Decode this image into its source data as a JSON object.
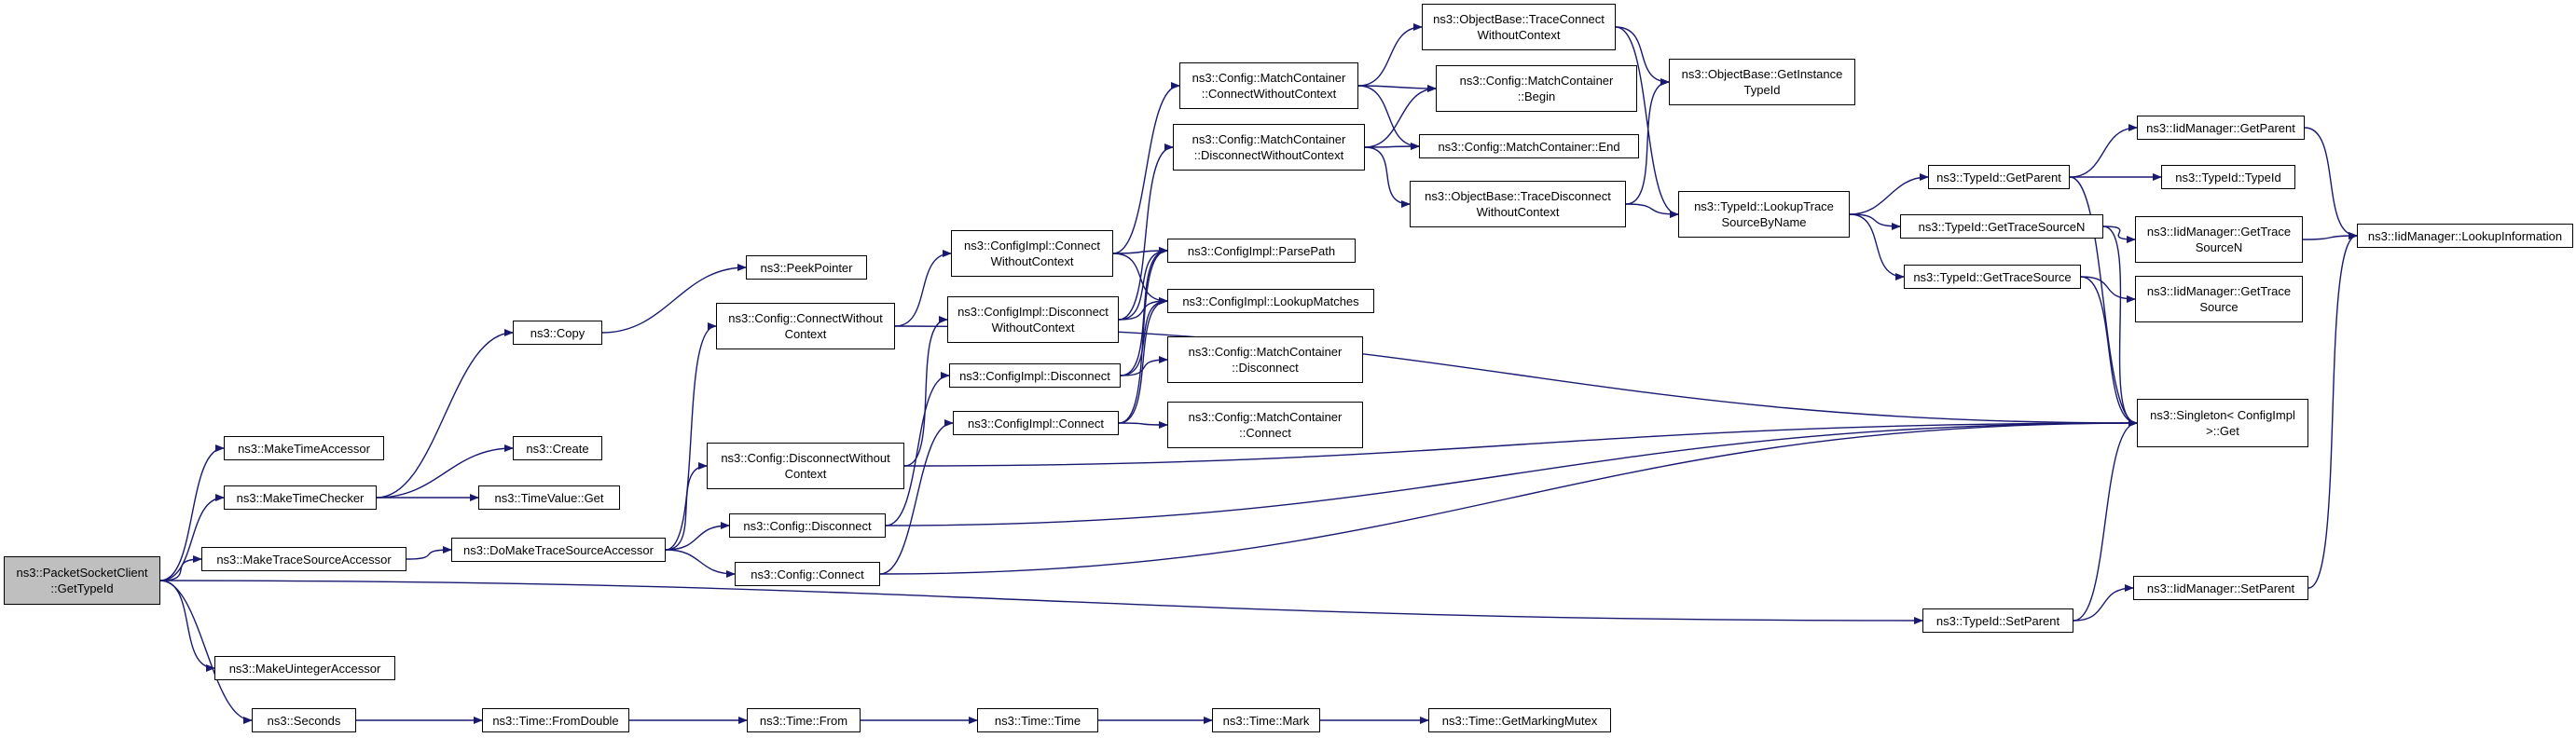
{
  "nodes": [
    {
      "id": "root",
      "lines": [
        "ns3::PacketSocketClient",
        "::GetTypeId"
      ],
      "root": true
    },
    {
      "id": "mta",
      "lines": [
        "ns3::MakeTimeAccessor"
      ]
    },
    {
      "id": "mtc",
      "lines": [
        "ns3::MakeTimeChecker"
      ]
    },
    {
      "id": "mtsa",
      "lines": [
        "ns3::MakeTraceSourceAccessor"
      ]
    },
    {
      "id": "mua",
      "lines": [
        "ns3::MakeUintegerAccessor"
      ]
    },
    {
      "id": "sec",
      "lines": [
        "ns3::Seconds"
      ]
    },
    {
      "id": "copy",
      "lines": [
        "ns3::Copy"
      ]
    },
    {
      "id": "create",
      "lines": [
        "ns3::Create"
      ]
    },
    {
      "id": "tvget",
      "lines": [
        "ns3::TimeValue::Get"
      ]
    },
    {
      "id": "dmtsa",
      "lines": [
        "ns3::DoMakeTraceSourceAccessor"
      ]
    },
    {
      "id": "peek",
      "lines": [
        "ns3::PeekPointer"
      ]
    },
    {
      "id": "ccwc",
      "lines": [
        "ns3::Config::ConnectWithout",
        "Context"
      ]
    },
    {
      "id": "cdwc",
      "lines": [
        "ns3::Config::DisconnectWithout",
        "Context"
      ]
    },
    {
      "id": "cdisc",
      "lines": [
        "ns3::Config::Disconnect"
      ]
    },
    {
      "id": "cconn",
      "lines": [
        "ns3::Config::Connect"
      ]
    },
    {
      "id": "cicwc",
      "lines": [
        "ns3::ConfigImpl::Connect",
        "WithoutContext"
      ]
    },
    {
      "id": "cidwc",
      "lines": [
        "ns3::ConfigImpl::Disconnect",
        "WithoutContext"
      ]
    },
    {
      "id": "cidisc",
      "lines": [
        "ns3::ConfigImpl::Disconnect"
      ]
    },
    {
      "id": "ciconn",
      "lines": [
        "ns3::ConfigImpl::Connect"
      ]
    },
    {
      "id": "mccwc",
      "lines": [
        "ns3::Config::MatchContainer",
        "::ConnectWithoutContext"
      ]
    },
    {
      "id": "mcdwc",
      "lines": [
        "ns3::Config::MatchContainer",
        "::DisconnectWithoutContext"
      ]
    },
    {
      "id": "pp",
      "lines": [
        "ns3::ConfigImpl::ParsePath"
      ]
    },
    {
      "id": "lm",
      "lines": [
        "ns3::ConfigImpl::LookupMatches"
      ]
    },
    {
      "id": "mcdisc",
      "lines": [
        "ns3::Config::MatchContainer",
        "::Disconnect"
      ]
    },
    {
      "id": "mcconn",
      "lines": [
        "ns3::Config::MatchContainer",
        "::Connect"
      ]
    },
    {
      "id": "tfd",
      "lines": [
        "ns3::Time::FromDouble"
      ]
    },
    {
      "id": "tfrom",
      "lines": [
        "ns3::Time::From"
      ]
    },
    {
      "id": "ttime",
      "lines": [
        "ns3::Time::Time"
      ]
    },
    {
      "id": "tmark",
      "lines": [
        "ns3::Time::Mark"
      ]
    },
    {
      "id": "tgmm",
      "lines": [
        "ns3::Time::GetMarkingMutex"
      ]
    },
    {
      "id": "obtcwc",
      "lines": [
        "ns3::ObjectBase::TraceConnect",
        "WithoutContext"
      ]
    },
    {
      "id": "mcbegin",
      "lines": [
        "ns3::Config::MatchContainer",
        "::Begin"
      ]
    },
    {
      "id": "mcend",
      "lines": [
        "ns3::Config::MatchContainer::End"
      ]
    },
    {
      "id": "obtdwc",
      "lines": [
        "ns3::ObjectBase::TraceDisconnect",
        "WithoutContext"
      ]
    },
    {
      "id": "obgit",
      "lines": [
        "ns3::ObjectBase::GetInstance",
        "TypeId"
      ]
    },
    {
      "id": "tlts",
      "lines": [
        "ns3::TypeId::LookupTrace",
        "SourceByName"
      ]
    },
    {
      "id": "tgp",
      "lines": [
        "ns3::TypeId::GetParent"
      ]
    },
    {
      "id": "tgtsn",
      "lines": [
        "ns3::TypeId::GetTraceSourceN"
      ]
    },
    {
      "id": "tgts",
      "lines": [
        "ns3::TypeId::GetTraceSource"
      ]
    },
    {
      "id": "tsp",
      "lines": [
        "ns3::TypeId::SetParent"
      ]
    },
    {
      "id": "imgp",
      "lines": [
        "ns3::IidManager::GetParent"
      ]
    },
    {
      "id": "ttid",
      "lines": [
        "ns3::TypeId::TypeId"
      ]
    },
    {
      "id": "imgtsn",
      "lines": [
        "ns3::IidManager::GetTrace",
        "SourceN"
      ]
    },
    {
      "id": "imgts",
      "lines": [
        "ns3::IidManager::GetTrace",
        "Source"
      ]
    },
    {
      "id": "singleton",
      "lines": [
        "ns3::Singleton< ConfigImpl",
        ">::Get"
      ]
    },
    {
      "id": "imsp",
      "lines": [
        "ns3::IidManager::SetParent"
      ]
    },
    {
      "id": "imli",
      "lines": [
        "ns3::IidManager::LookupInformation"
      ]
    }
  ],
  "edges": [
    [
      "root",
      "mta"
    ],
    [
      "root",
      "mtc"
    ],
    [
      "root",
      "mtsa"
    ],
    [
      "root",
      "mua"
    ],
    [
      "root",
      "sec"
    ],
    [
      "root",
      "tsp"
    ],
    [
      "mtc",
      "copy"
    ],
    [
      "mtc",
      "create"
    ],
    [
      "mtc",
      "tvget"
    ],
    [
      "copy",
      "peek"
    ],
    [
      "mtsa",
      "dmtsa"
    ],
    [
      "dmtsa",
      "ccwc"
    ],
    [
      "dmtsa",
      "cdwc"
    ],
    [
      "dmtsa",
      "cdisc"
    ],
    [
      "dmtsa",
      "cconn"
    ],
    [
      "ccwc",
      "cicwc"
    ],
    [
      "ccwc",
      "singleton"
    ],
    [
      "cdwc",
      "cidwc"
    ],
    [
      "cdwc",
      "singleton"
    ],
    [
      "cdisc",
      "cidisc"
    ],
    [
      "cdisc",
      "singleton"
    ],
    [
      "cconn",
      "ciconn"
    ],
    [
      "cconn",
      "singleton"
    ],
    [
      "cicwc",
      "mccwc"
    ],
    [
      "cicwc",
      "pp"
    ],
    [
      "cicwc",
      "lm"
    ],
    [
      "cidwc",
      "mcdwc"
    ],
    [
      "cidwc",
      "pp"
    ],
    [
      "cidwc",
      "lm"
    ],
    [
      "cidisc",
      "mcdisc"
    ],
    [
      "cidisc",
      "pp"
    ],
    [
      "cidisc",
      "lm"
    ],
    [
      "ciconn",
      "mcconn"
    ],
    [
      "ciconn",
      "pp"
    ],
    [
      "ciconn",
      "lm"
    ],
    [
      "mccwc",
      "obtcwc"
    ],
    [
      "mccwc",
      "mcbegin"
    ],
    [
      "mccwc",
      "mcend"
    ],
    [
      "mcdwc",
      "mcbegin"
    ],
    [
      "mcdwc",
      "mcend"
    ],
    [
      "mcdwc",
      "obtdwc"
    ],
    [
      "obtcwc",
      "obgit"
    ],
    [
      "obtcwc",
      "tlts"
    ],
    [
      "obtdwc",
      "obgit"
    ],
    [
      "obtdwc",
      "tlts"
    ],
    [
      "tlts",
      "tgp"
    ],
    [
      "tlts",
      "tgtsn"
    ],
    [
      "tlts",
      "tgts"
    ],
    [
      "tgp",
      "imgp"
    ],
    [
      "tgp",
      "ttid"
    ],
    [
      "tgp",
      "singleton"
    ],
    [
      "tgtsn",
      "imgtsn"
    ],
    [
      "tgtsn",
      "singleton"
    ],
    [
      "tgts",
      "imgts"
    ],
    [
      "tgts",
      "singleton"
    ],
    [
      "tsp",
      "imsp"
    ],
    [
      "tsp",
      "singleton"
    ],
    [
      "imgp",
      "imli"
    ],
    [
      "imgtsn",
      "imli"
    ],
    [
      "imsp",
      "imli"
    ],
    [
      "sec",
      "tfd"
    ],
    [
      "tfd",
      "tfrom"
    ],
    [
      "tfrom",
      "ttime"
    ],
    [
      "ttime",
      "tmark"
    ],
    [
      "tmark",
      "tgmm"
    ]
  ],
  "colors": {
    "edge": "#191970",
    "root_fill": "#bfbfbf",
    "border": "#000000"
  }
}
